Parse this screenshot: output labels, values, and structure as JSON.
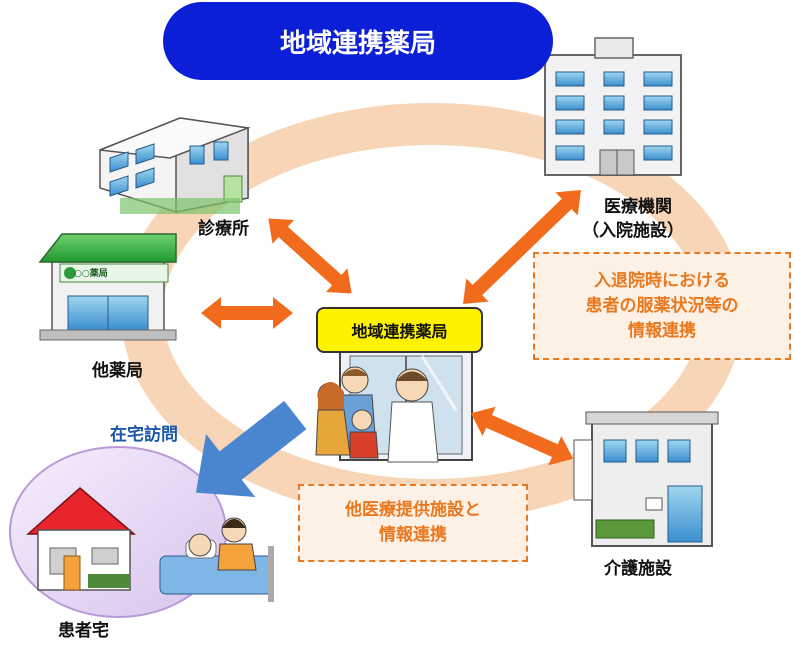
{
  "title": "地域連携薬局",
  "center_label": "地域連携薬局",
  "nodes": {
    "clinic": "診療所",
    "other_pharmacy": "他薬局",
    "hospital_line1": "医療機関",
    "hospital_line2": "（入院施設）",
    "care_facility": "介護施設",
    "patient_home": "患者宅"
  },
  "pharmacy_sign": "○○薬局",
  "home_visit": "在宅訪問",
  "notes": {
    "hospital_link": [
      "入退院時における",
      "患者の服薬状況等の",
      "情報連携"
    ],
    "care_link": [
      "他医療提供施設と",
      "情報連携"
    ]
  },
  "colors": {
    "title_bg": "#0b1fd6",
    "center_bg": "#fff200",
    "arrow_orange": "#f26b1d",
    "arrow_blue": "#4a86cf",
    "ring": "#f8d3b2",
    "note_text": "#e9781f"
  }
}
